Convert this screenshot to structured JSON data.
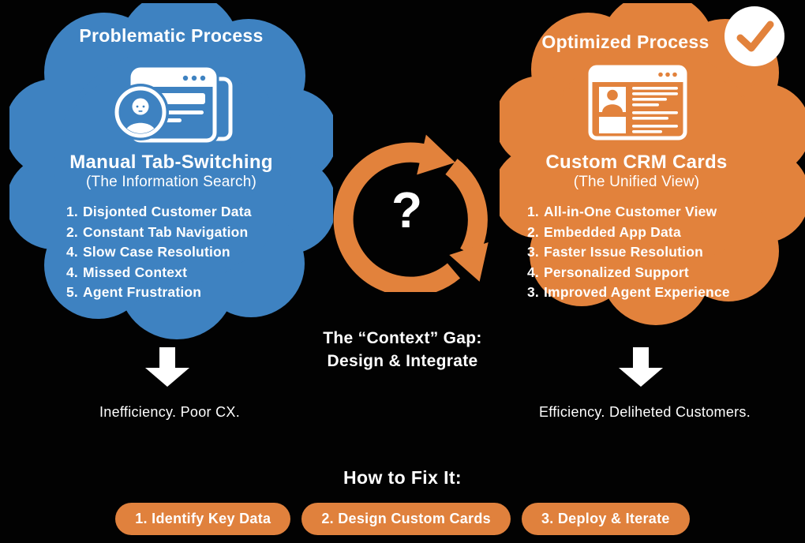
{
  "colors": {
    "background": "#020202",
    "blue": "#3e82c1",
    "orange": "#e2823c",
    "pill_orange": "#e0813d",
    "white": "#ffffff"
  },
  "icons": {
    "left_cloud": "browser-tabs-person-icon",
    "right_cloud": "crm-card-browser-icon",
    "badge": "checkmark-icon",
    "center": "cycle-arrows-icon",
    "down": "down-arrow-icon"
  },
  "left_cloud": {
    "title": "Problematic Process",
    "heading": "Manual Tab-Switching",
    "subheading": "(The Information Search)",
    "items": [
      {
        "num": "1.",
        "text": "Disjonted Customer Data"
      },
      {
        "num": "2.",
        "text": "Constant Tab Navigation"
      },
      {
        "num": "4.",
        "text": "Slow Case Resolution"
      },
      {
        "num": "4.",
        "text": "Missed Context"
      },
      {
        "num": "5.",
        "text": "Agent Frustration"
      }
    ],
    "outcome": "Inefficiency. Poor CX."
  },
  "right_cloud": {
    "title": "Optimized Process",
    "heading": "Custom CRM Cards",
    "subheading": "(The Unified View)",
    "items": [
      {
        "num": "1.",
        "text": "All-in-One Customer View"
      },
      {
        "num": "2.",
        "text": "Embedded App Data"
      },
      {
        "num": "3.",
        "text": "Faster Issue Resolution"
      },
      {
        "num": "4.",
        "text": "Personalized Support"
      },
      {
        "num": "3.",
        "text": "Improved Agent Experience"
      }
    ],
    "outcome": "Efficiency. Deliheted Customers."
  },
  "center": {
    "question_mark": "?",
    "gap_line1": "The “Context” Gap:",
    "gap_line2": "Design & Integrate"
  },
  "footer": {
    "heading": "How to Fix It:",
    "steps": [
      "1. Identify Key Data",
      "2. Design Custom Cards",
      "3. Deploy & Iterate"
    ]
  }
}
